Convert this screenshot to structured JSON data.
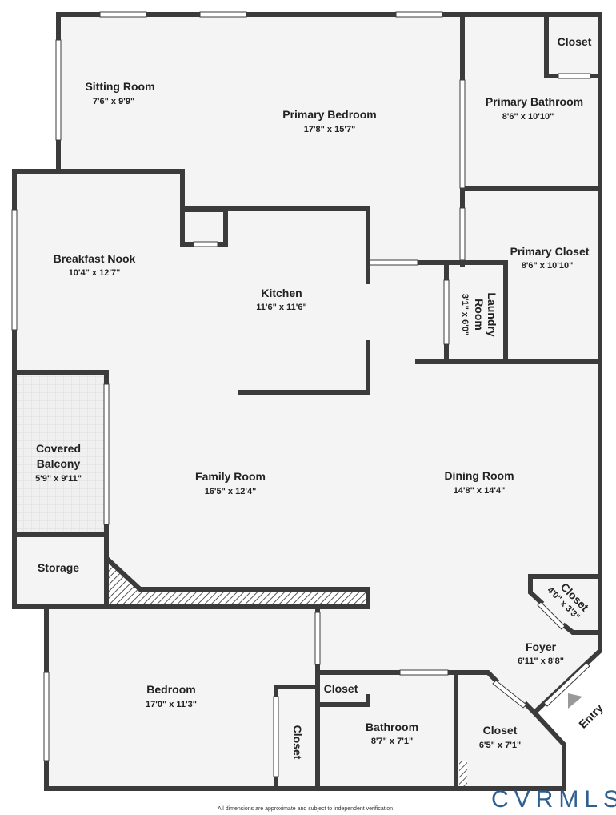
{
  "rooms": {
    "sitting": {
      "name": "Sitting Room",
      "dim": "7'6\" x 9'9\""
    },
    "primary_bedroom": {
      "name": "Primary Bedroom",
      "dim": "17'8\" x 15'7\""
    },
    "primary_closet_small": {
      "name": "Closet"
    },
    "primary_bathroom": {
      "name": "Primary Bathroom",
      "dim": "8'6\" x 10'10\""
    },
    "breakfast": {
      "name": "Breakfast Nook",
      "dim": "10'4\" x 12'7\""
    },
    "kitchen": {
      "name": "Kitchen",
      "dim": "11'6\" x 11'6\""
    },
    "primary_closet": {
      "name": "Primary Closet",
      "dim": "8'6\" x 10'10\""
    },
    "laundry": {
      "name1": "Laundry",
      "name2": "Room",
      "dim": "3'1\" x 6'0\""
    },
    "balcony": {
      "name1": "Covered",
      "name2": "Balcony",
      "dim": "5'9\" x 9'11\""
    },
    "family": {
      "name": "Family Room",
      "dim": "16'5\" x 12'4\""
    },
    "dining": {
      "name": "Dining Room",
      "dim": "14'8\" x 14'4\""
    },
    "storage": {
      "name": "Storage"
    },
    "foyer_closet": {
      "name": "Closet",
      "dim": "4'0\" x 3'3\""
    },
    "foyer": {
      "name": "Foyer",
      "dim": "6'11\" x 8'8\""
    },
    "bedroom": {
      "name": "Bedroom",
      "dim": "17'0\" x 11'3\""
    },
    "bath_closet": {
      "name": "Closet"
    },
    "bedroom_closet": {
      "name": "Closet"
    },
    "bathroom": {
      "name": "Bathroom",
      "dim": "8'7\" x 7'1\""
    },
    "closet_65": {
      "name": "Closet",
      "dim": "6'5\" x 7'1\""
    }
  },
  "entry_label": "Entry",
  "disclaimer": "All dimensions are approximate and subject to independent verification",
  "logo": "CVRMLS",
  "colors": {
    "wall": "#3b3b3b",
    "floor": "#f4f4f4",
    "logo": "#2d5f8f"
  }
}
